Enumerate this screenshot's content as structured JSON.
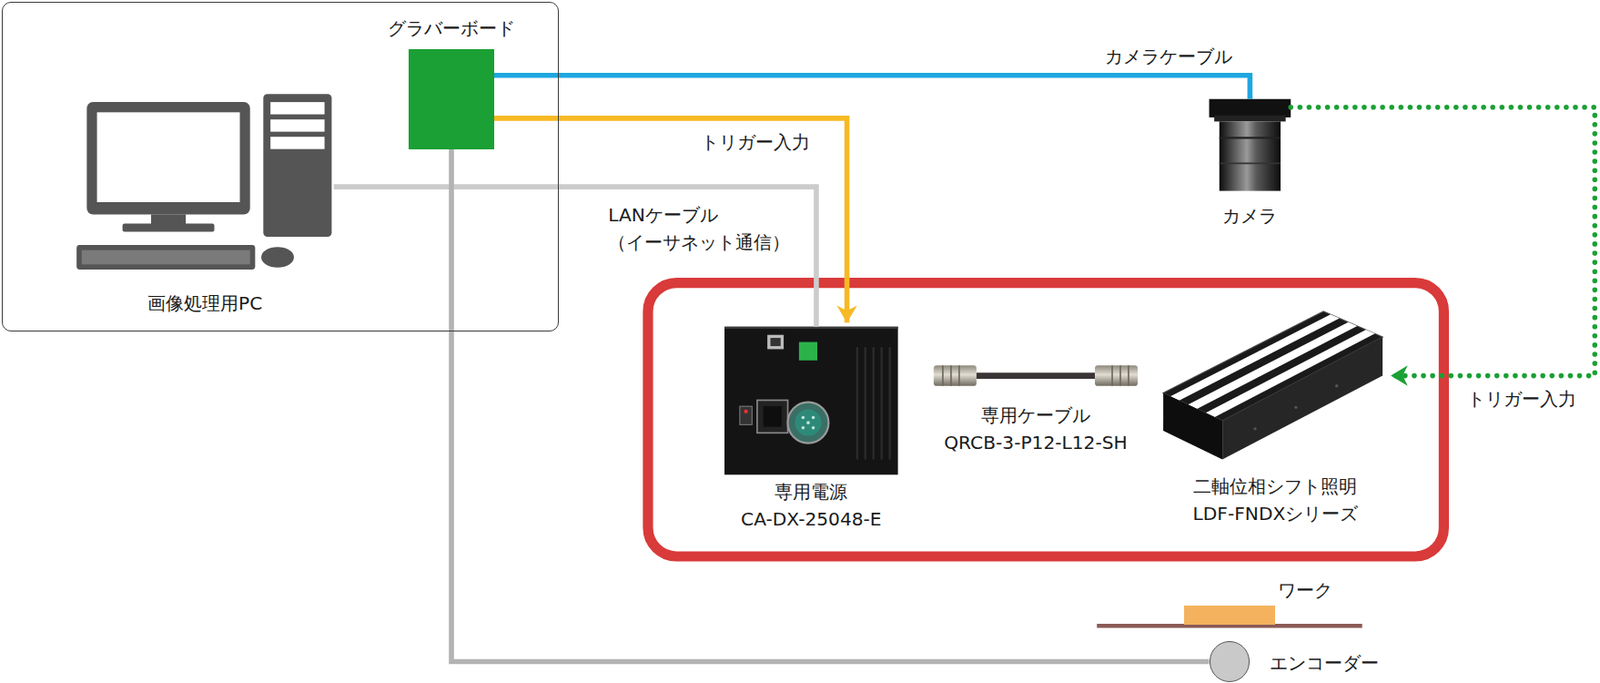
{
  "diagram": {
    "nodes": [
      {
        "text": [
          "画像処理用PC"
        ]
      },
      {
        "text": [
          "グラバーボード"
        ],
        "in": 0
      },
      {
        "text": [
          "カメラ"
        ]
      },
      {
        "text": [
          "専用電源 CA-DX-25048-E"
        ]
      },
      {
        "text": [
          "二軸位相シフト照明 LDF-FNDXシリーズ"
        ]
      },
      {
        "text": [
          "ワーク"
        ]
      },
      {
        "text": [
          "エンコーダー"
        ]
      }
    ],
    "edges": [
      {
        "from": 1,
        "to": 2,
        "label": "カメラケーブル",
        "arrow": "none"
      },
      {
        "from": 1,
        "to": 3,
        "label": "トリガー入力",
        "arrow": "to"
      },
      {
        "from": 0,
        "to": 3,
        "label": "LANケーブル （イーサネット通信）",
        "arrow": "none"
      },
      {
        "from": 3,
        "to": 4,
        "label": "専用ケーブル QRCB-3-P12-L12-SH",
        "arrow": "none"
      },
      {
        "from": 2,
        "to": 4,
        "label": "トリガー入力",
        "arrow": "to"
      },
      {
        "from": 1,
        "to": 6,
        "arrow": "none"
      }
    ]
  }
}
